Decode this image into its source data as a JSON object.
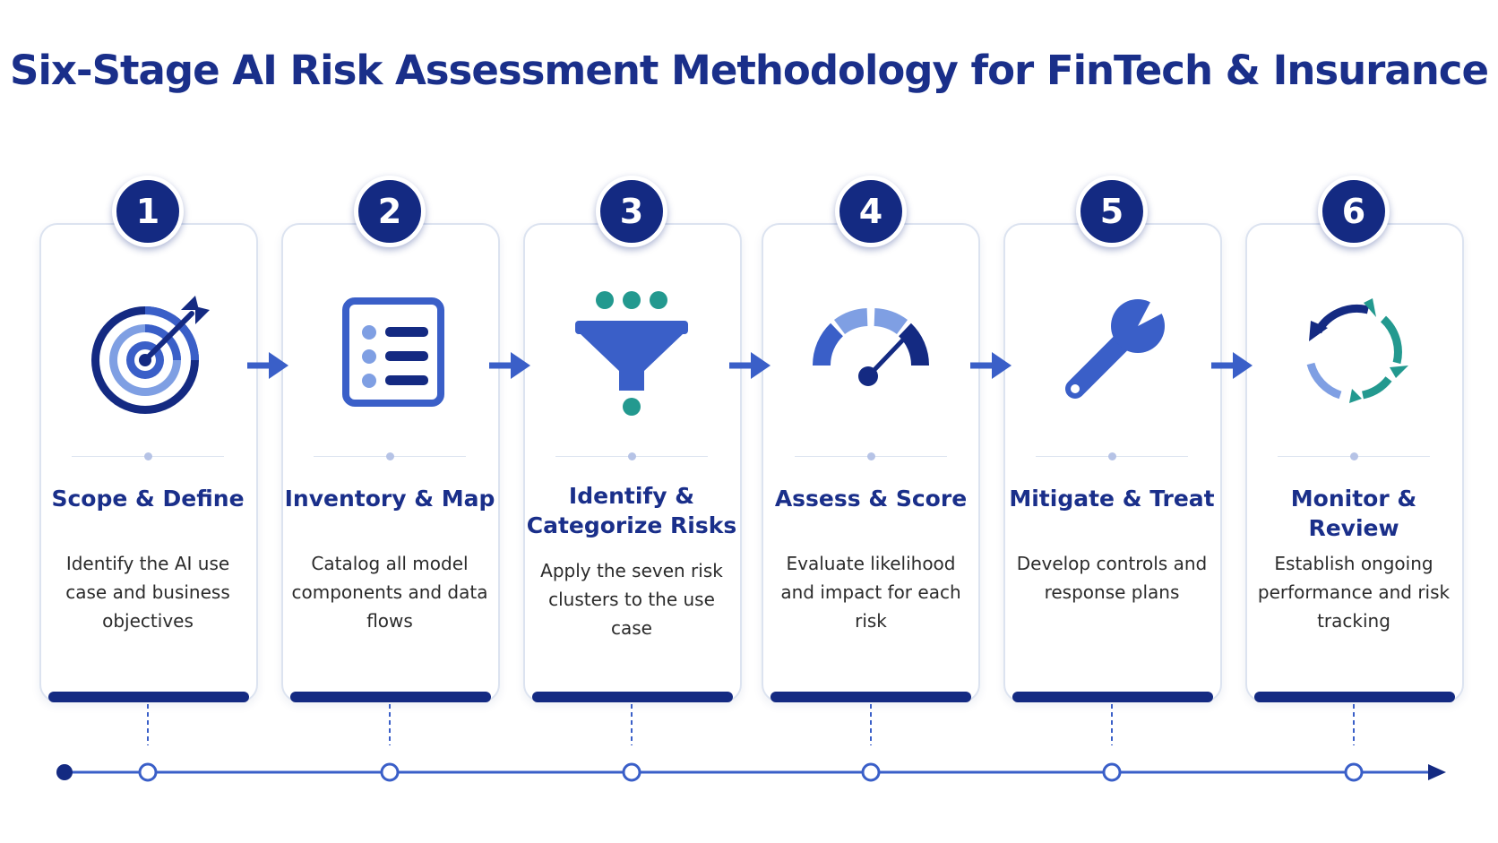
{
  "title": "Six-Stage AI Risk Assessment Methodology for FinTech & Insurance",
  "colors": {
    "navy": "#142a82",
    "blue": "#3a5fc8",
    "light_blue": "#7f9fe3",
    "teal": "#23998f",
    "card_border": "#dce3f0"
  },
  "stages": [
    {
      "number": "1",
      "icon": "target-icon",
      "title": "Scope & Define",
      "description": "Identify the AI use case and business objectives"
    },
    {
      "number": "2",
      "icon": "checklist-icon",
      "title": "Inventory & Map",
      "description": "Catalog all model components and data flows"
    },
    {
      "number": "3",
      "icon": "funnel-icon",
      "title": "Identify & Categorize Risks",
      "description": "Apply the seven risk clusters to the use case"
    },
    {
      "number": "4",
      "icon": "gauge-icon",
      "title": "Assess & Score",
      "description": "Evaluate likelihood and impact for each risk"
    },
    {
      "number": "5",
      "icon": "wrench-icon",
      "title": "Mitigate & Treat",
      "description": "Develop controls and response plans"
    },
    {
      "number": "6",
      "icon": "cycle-icon",
      "title": "Monitor & Review",
      "description": "Establish ongoing performance and risk tracking"
    }
  ]
}
